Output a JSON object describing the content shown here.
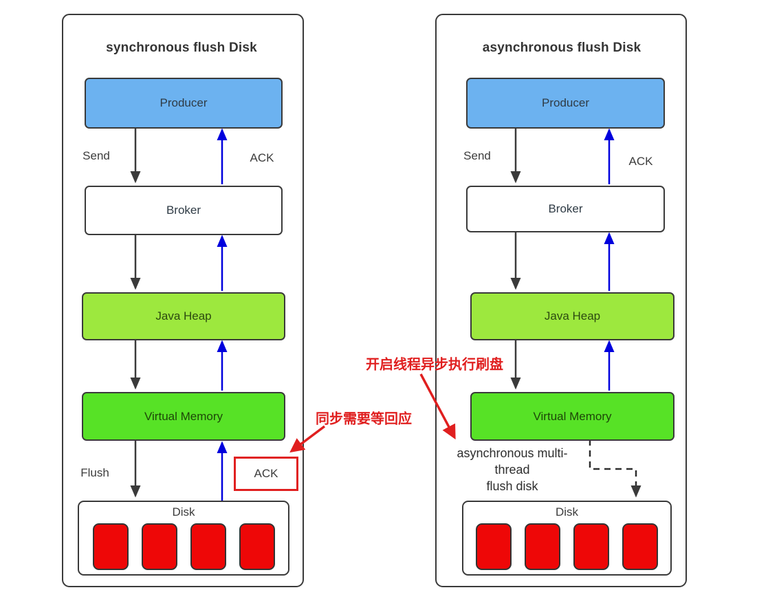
{
  "colors": {
    "panel_border": "#3a3a3a",
    "producer_fill": "#6cb2f0",
    "java_heap_fill": "#9de83e",
    "virtual_memory_fill": "#57e226",
    "disk_block_fill": "#ee0707",
    "arrow_down": "#3a3a3a",
    "arrow_ack": "#0000dd",
    "annotation_red": "#e01f1f"
  },
  "left_panel": {
    "title": "synchronous flush Disk",
    "boxes": {
      "producer": "Producer",
      "broker": "Broker",
      "java_heap": "Java Heap",
      "virtual_memory": "Virtual Memory"
    },
    "labels": {
      "send": "Send",
      "ack": "ACK",
      "flush": "Flush",
      "ack_highlight": "ACK"
    },
    "disk": {
      "title": "Disk",
      "block_count": 4
    }
  },
  "right_panel": {
    "title": "asynchronous flush Disk",
    "boxes": {
      "producer": "Producer",
      "broker": "Broker",
      "java_heap": "Java Heap",
      "virtual_memory": "Virtual Memory"
    },
    "labels": {
      "send": "Send",
      "ack": "ACK"
    },
    "flush_note_lines": [
      "asynchronous multi-",
      "thread",
      "flush disk"
    ],
    "disk": {
      "title": "Disk",
      "block_count": 4
    }
  },
  "annotations": {
    "async_thread_note": "开启线程异步执行刷盘",
    "sync_wait_note": "同步需要等回应"
  }
}
